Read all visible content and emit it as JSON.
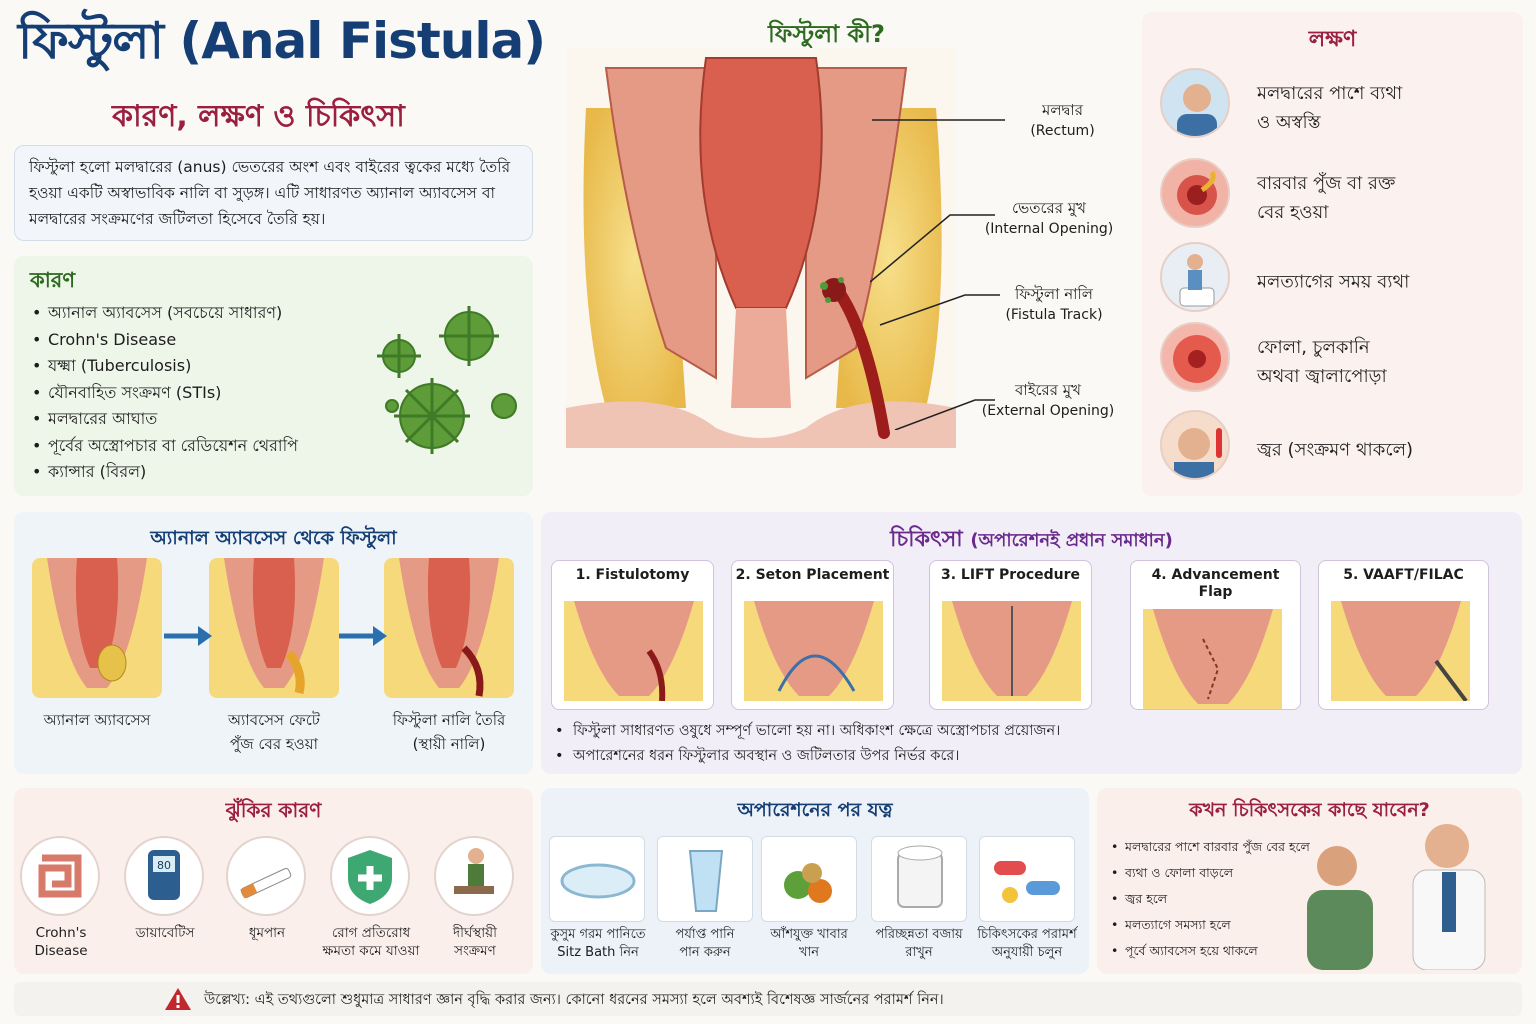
{
  "header": {
    "title": "ফিস্টুলা (Anal Fistula)",
    "subtitle": "কারণ, লক্ষণ ও চিকিৎসা"
  },
  "intro": {
    "text": "ফিস্টুলা হলো মলদ্বারের (anus) ভেতরের অংশ এবং বাইরের ত্বকের মধ্যে তৈরি হওয়া একটি অস্বাভাবিক নালি বা সুড়ঙ্গ। এটি সাধারণত অ্যানাল অ্যাবসেস বা মলদ্বারের সংক্রমণের জটিলতা হিসেবে তৈরি হয়।"
  },
  "causes": {
    "title": "কারণ",
    "items": [
      "অ্যানাল অ্যাবসেস (সবচেয়ে সাধারণ)",
      "Crohn's Disease",
      "যক্ষ্মা (Tuberculosis)",
      "যৌনবাহিত সংক্রমণ (STIs)",
      "মলদ্বারের আঘাত",
      "পূর্বের অস্ত্রোপচার বা রেডিয়েশন থেরাপি",
      "ক্যান্সার (বিরল)"
    ]
  },
  "anatomy": {
    "title": "ফিস্টুলা কী?",
    "labels": [
      {
        "bn": "মলদ্বার",
        "en": "(Rectum)"
      },
      {
        "bn": "ভেতরের মুখ",
        "en": "(Internal Opening)"
      },
      {
        "bn": "ফিস্টুলা নালি",
        "en": "(Fistula Track)"
      },
      {
        "bn": "বাইরের মুখ",
        "en": "(External Opening)"
      }
    ]
  },
  "symptoms": {
    "title": "লক্ষণ",
    "items": [
      {
        "line1": "মলদ্বারের পাশে ব্যথা",
        "line2": "ও অস্বস্তি"
      },
      {
        "line1": "বারবার পুঁজ বা রক্ত",
        "line2": "বের হওয়া"
      },
      {
        "line1": "মলত্যাগের সময় ব্যথা",
        "line2": ""
      },
      {
        "line1": "ফোলা, চুলকানি",
        "line2": "অথবা জ্বালাপোড়া"
      },
      {
        "line1": "জ্বর (সংক্রমণ থাকলে)",
        "line2": ""
      }
    ]
  },
  "abscess": {
    "title": "অ্যানাল অ্যাবসেস থেকে ফিস্টুলা",
    "stages": [
      {
        "line1": "অ্যানাল অ্যাবসেস",
        "line2": ""
      },
      {
        "line1": "অ্যাবসেস ফেটে",
        "line2": "পুঁজ বের হওয়া"
      },
      {
        "line1": "ফিস্টুলা নালি তৈরি",
        "line2": "(স্থায়ী নালি)"
      }
    ]
  },
  "treatment": {
    "title": "চিকিৎসা",
    "title_note": "(অপারেশনই প্রধান সমাধান)",
    "procedures": [
      {
        "line1": "1. Fistulotomy",
        "line2": ""
      },
      {
        "line1": "2. Seton Placement",
        "line2": ""
      },
      {
        "line1": "3. LIFT Procedure",
        "line2": ""
      },
      {
        "line1": "4. Advancement",
        "line2": "Flap"
      },
      {
        "line1": "5. VAAFT/FILAC",
        "line2": ""
      }
    ],
    "notes": [
      "ফিস্টুলা সাধারণত ওষুধে সম্পূর্ণ ভালো হয় না। অধিকাংশ ক্ষেত্রে অস্ত্রোপচার প্রয়োজন।",
      "অপারেশনের ধরন ফিস্টুলার অবস্থান ও জটিলতার উপর নির্ভর করে।"
    ]
  },
  "risk": {
    "title": "ঝুঁকির কারণ",
    "items": [
      {
        "line1": "Crohn's",
        "line2": "Disease"
      },
      {
        "line1": "ডায়াবেটিস",
        "line2": ""
      },
      {
        "line1": "ধূমপান",
        "line2": ""
      },
      {
        "line1": "রোগ প্রতিরোধ",
        "line2": "ক্ষমতা কমে যাওয়া"
      },
      {
        "line1": "দীর্ঘস্থায়ী",
        "line2": "সংক্রমণ"
      }
    ],
    "glucometer_reading": "80"
  },
  "care": {
    "title": "অপারেশনের পর যত্ন",
    "items": [
      {
        "line1": "কুসুম গরম পানিতে",
        "line2": "Sitz Bath নিন"
      },
      {
        "line1": "পর্যাপ্ত পানি",
        "line2": "পান করুন"
      },
      {
        "line1": "আঁশযুক্ত খাবার",
        "line2": "খান"
      },
      {
        "line1": "পরিচ্ছন্নতা বজায়",
        "line2": "রাখুন"
      },
      {
        "line1": "চিকিৎসকের পরামর্শ",
        "line2": "অনুযায়ী চলুন"
      }
    ]
  },
  "doctor": {
    "title": "কখন চিকিৎসকের কাছে যাবেন?",
    "items": [
      "মলদ্বারের পাশে বারবার পুঁজ বের হলে",
      "ব্যথা ও ফোলা বাড়লে",
      "জ্বর হলে",
      "মলত্যাগে সমস্যা হলে",
      "পূর্বে অ্যাবসেস হয়ে থাকলে"
    ]
  },
  "footer": {
    "text": "উল্লেখ্য: এই তথ্যগুলো শুধুমাত্র সাধারণ জ্ঞান বৃদ্ধি করার জন্য। কোনো ধরনের সমস্যা হলে অবশ্যই বিশেষজ্ঞ সার্জনের পরামর্শ নিন।"
  },
  "colors": {
    "title_blue": "#153e75",
    "subtitle_red": "#9b1f3f",
    "cause_green": "#2d6a1f",
    "section_purple": "#6a2a8c",
    "warning_red": "#c0282d"
  }
}
